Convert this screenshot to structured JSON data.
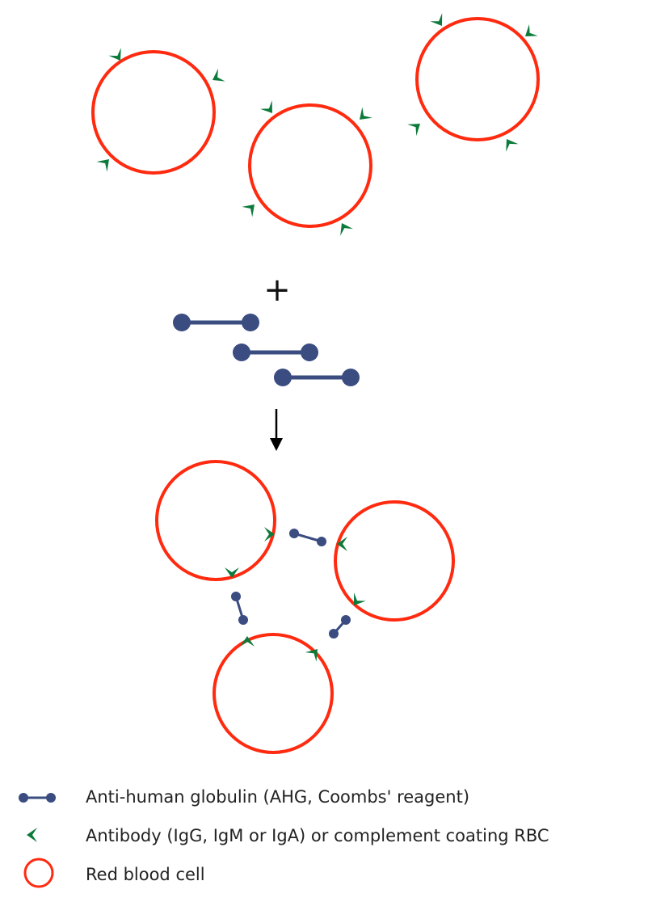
{
  "diagram": {
    "operator": "+",
    "legend": {
      "ahg": "Anti-human globulin (AHG, Coombs' reagent)",
      "antibody": "Antibody (IgG, IgM or IgA) or complement coating RBC",
      "rbc": "Red blood cell"
    }
  },
  "colors": {
    "rbc": "#ff2a0f",
    "antibody": "#0c7a3a",
    "ahg": "#3a4c80",
    "arrow": "#000000"
  },
  "icons": [
    "rbc-circle-icon",
    "antibody-icon",
    "ahg-dumbbell-icon",
    "down-arrow-icon"
  ]
}
